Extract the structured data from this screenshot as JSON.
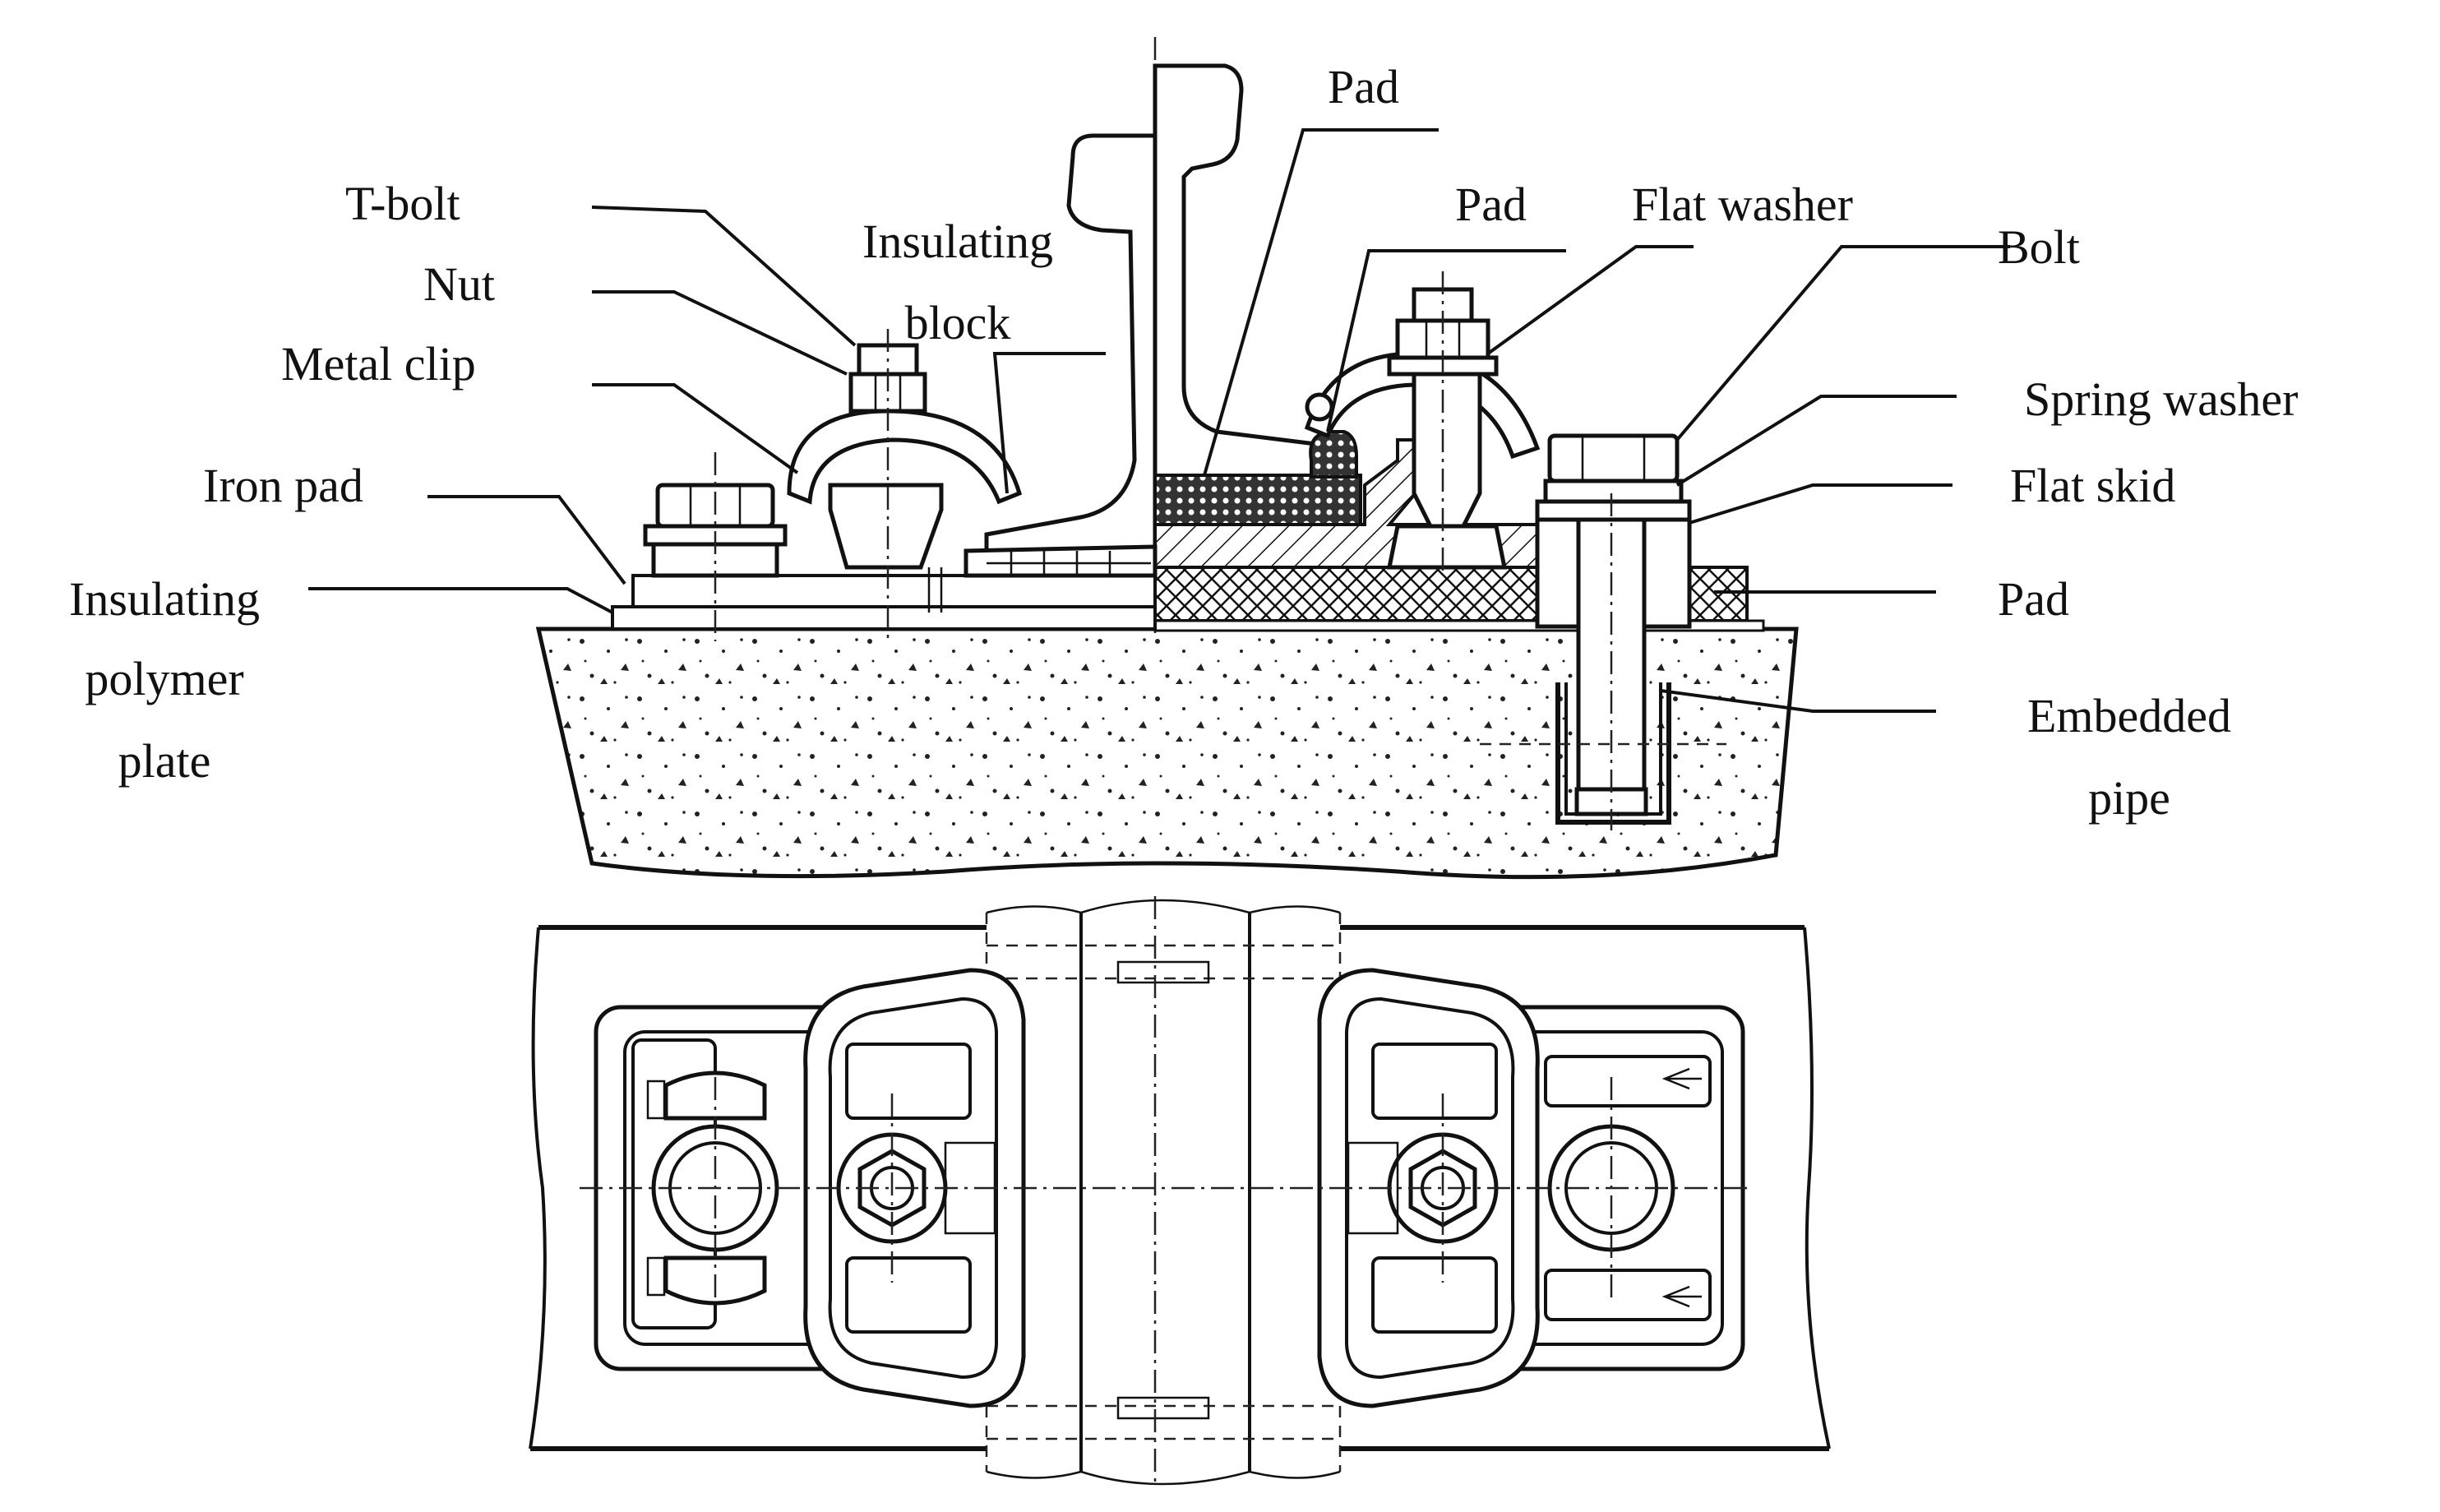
{
  "labels": {
    "t_bolt": "T-bolt",
    "nut": "Nut",
    "metal_clip": "Metal clip",
    "iron_pad": "Iron pad",
    "insulating_polymer_plate": [
      "Insulating",
      "polymer",
      "plate"
    ],
    "insulating_block": [
      "Insulating",
      "block"
    ],
    "pad_top": "Pad",
    "pad_mid": "Pad",
    "flat_washer": "Flat washer",
    "bolt": "Bolt",
    "spring_washer": "Spring washer",
    "flat_skid": "Flat skid",
    "pad_low": "Pad",
    "embedded_pipe": [
      "Embedded",
      "pipe"
    ]
  },
  "colors": {
    "line": "#111111",
    "background": "#ffffff"
  }
}
